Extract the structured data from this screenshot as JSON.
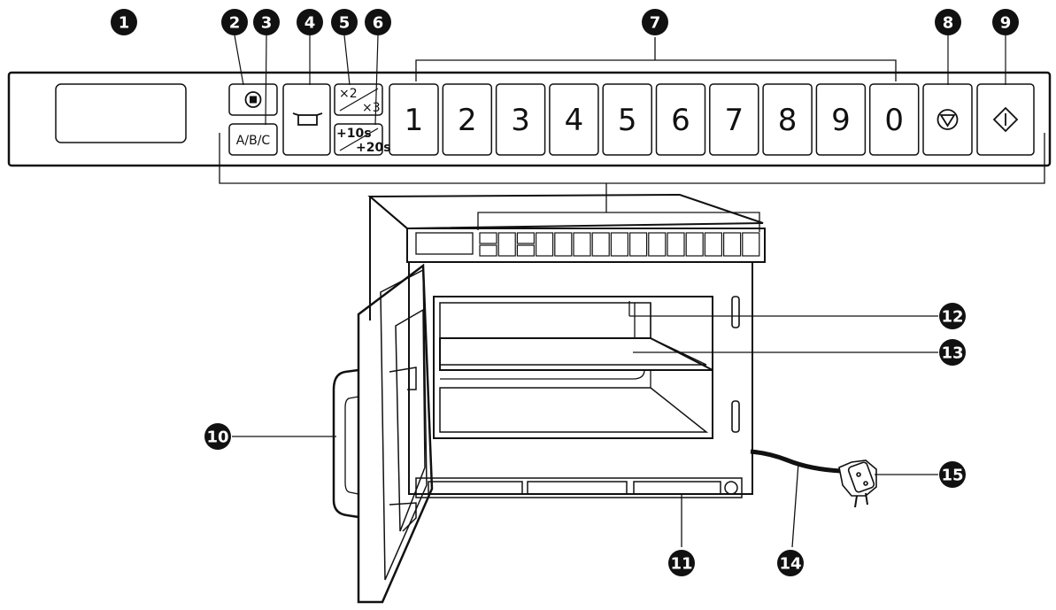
{
  "colors": {
    "ink": "#111111",
    "paper": "#ffffff",
    "callout_fill": "#111111",
    "callout_text": "#ffffff"
  },
  "callouts": [
    "1",
    "2",
    "3",
    "4",
    "5",
    "6",
    "7",
    "8",
    "9",
    "10",
    "11",
    "12",
    "13",
    "14",
    "15"
  ],
  "control_panel": {
    "display_label": "",
    "stop_icon": "stop-square-icon",
    "memory_key_label": "A/B/C",
    "defrost_icon": "defrost-pan-icon",
    "multiplier_top": "×2",
    "multiplier_bottom": "×3",
    "time_add_top": "+10s",
    "time_add_bottom": "+20s",
    "digit_keys": [
      "1",
      "2",
      "3",
      "4",
      "5",
      "6",
      "7",
      "8",
      "9",
      "0"
    ],
    "cancel_icon": "triangle-down-circle-icon",
    "start_icon": "diamond-start-icon"
  },
  "oven": {
    "door_handle_icon": "door-handle-icon",
    "plug_icon": "schuko-plug-icon",
    "feet_icon": "base-foot-icon"
  }
}
